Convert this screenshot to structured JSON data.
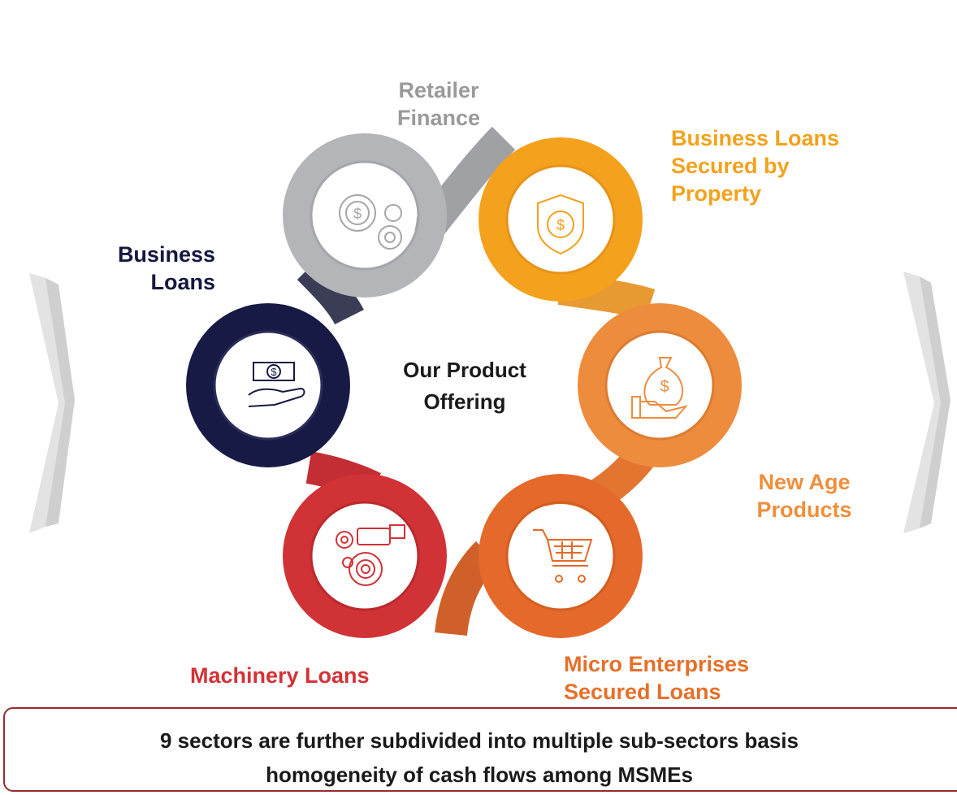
{
  "center_label": {
    "line1": "Our Product",
    "line2": "Offering"
  },
  "segments": [
    {
      "id": "retailer-finance",
      "lines": [
        "Retailer",
        "Finance"
      ],
      "color": "#9a9a9a",
      "ring_color": "#b3b5b8",
      "icon": "gears-dollar-icon"
    },
    {
      "id": "business-loans-secured-by-property",
      "lines": [
        "Business Loans",
        "Secured by",
        "Property"
      ],
      "color": "#f3a21c",
      "ring_color": "#f4a11d",
      "icon": "shield-dollar-icon"
    },
    {
      "id": "new-age-products",
      "lines": [
        "New Age",
        "Products"
      ],
      "color": "#ee8f3c",
      "ring_color": "#ee8c3e",
      "icon": "money-bag-hand-icon"
    },
    {
      "id": "micro-enterprises-secured-loans",
      "lines": [
        "Micro Enterprises",
        "Secured Loans"
      ],
      "color": "#e5702a",
      "ring_color": "#e5692a",
      "icon": "shopping-cart-icon"
    },
    {
      "id": "machinery-loans",
      "lines": [
        "Machinery Loans"
      ],
      "color": "#d33237",
      "ring_color": "#d13236",
      "icon": "machinery-gear-icon"
    },
    {
      "id": "business-loans",
      "lines": [
        "Business",
        "Loans"
      ],
      "color": "#14173f",
      "ring_color": "#161a44",
      "icon": "cash-hand-icon"
    }
  ],
  "footer": {
    "line1": "9 sectors are further subdivided into multiple sub-sectors basis",
    "line2": "homogeneity of cash flows among MSMEs",
    "border_color": "#9a2a2e"
  }
}
